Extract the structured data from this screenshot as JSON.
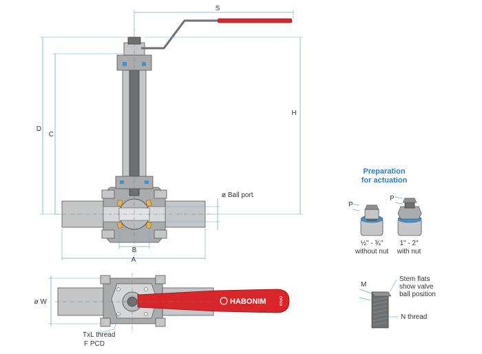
{
  "dimensions": {
    "s": "S",
    "h": "H",
    "d": "D",
    "c": "C",
    "a": "A",
    "b": "B",
    "w": "ø W",
    "m": "M",
    "p_left": "P",
    "p_right": "P"
  },
  "labels": {
    "ball_port": "ø Ball port",
    "txl_thread": "TxL thread",
    "f_pcd": "F PCD",
    "n_thread": "N thread",
    "stem_flats_1": "Stem flats",
    "stem_flats_2": "show valve",
    "stem_flats_3": "ball position"
  },
  "preparation": {
    "title_1": "Preparation",
    "title_2": "for actuation",
    "small_size": "½\" - ¾\"",
    "small_desc": "without nut",
    "large_size": "1\" - 2\"",
    "large_desc": "with nut"
  },
  "handle": {
    "brand": "HABONIM",
    "mark": "OPEN"
  },
  "colors": {
    "dimension_line": "#6aa6cc",
    "handle_red": "#d8262b",
    "title_blue": "#2a7fb8",
    "steel": "#a9abad",
    "seat_yellow": "#e5b34a"
  }
}
